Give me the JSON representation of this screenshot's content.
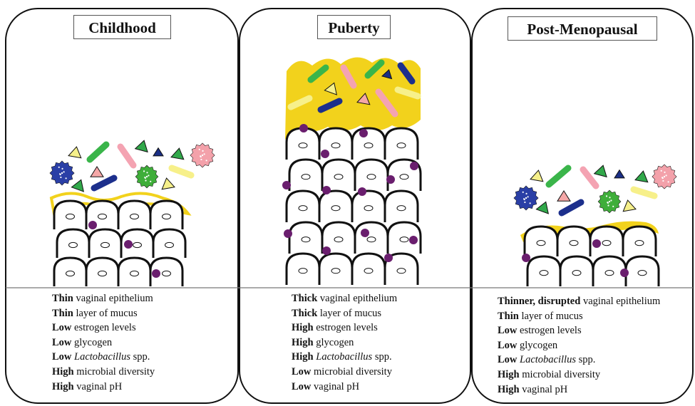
{
  "panels": [
    {
      "title": "Childhood",
      "lines": [
        {
          "bold": "Thin",
          "text": " vaginal epithelium"
        },
        {
          "bold": "Thin",
          "text": " layer of mucus"
        },
        {
          "bold": "Low",
          "text": " estrogen levels"
        },
        {
          "bold": "Low",
          "text": " glycogen"
        },
        {
          "bold": "Low",
          "italic": " Lactobacillus",
          "text": " spp."
        },
        {
          "bold": "High",
          "text": " microbial diversity"
        },
        {
          "bold": "High",
          "text": "  vaginal pH"
        }
      ]
    },
    {
      "title": "Puberty",
      "lines": [
        {
          "bold": "Thick",
          "text": " vaginal epithelium"
        },
        {
          "bold": "Thick",
          "text": " layer of mucus"
        },
        {
          "bold": "High",
          "text": " estrogen levels"
        },
        {
          "bold": "High",
          "text": " glycogen"
        },
        {
          "bold": "High",
          "italic": " Lactobacillus",
          "text": " spp."
        },
        {
          "bold": "Low",
          "text": " microbial diversity"
        },
        {
          "bold": "Low",
          "text": " vaginal pH"
        }
      ]
    },
    {
      "title": "Post-Menopausal",
      "lines": [
        {
          "bold": "Thinner, disrupted",
          "text": "  vaginal epithelium"
        },
        {
          "bold": "Thin",
          "text": " layer of mucus"
        },
        {
          "bold": "Low",
          "text": " estrogen levels"
        },
        {
          "bold": "Low",
          "text": " glycogen"
        },
        {
          "bold": "Low",
          "italic": " Lactobacillus",
          "text": " spp."
        },
        {
          "bold": "High",
          "text": " microbial diversity"
        },
        {
          "bold": "High",
          "text": " vaginal pH"
        }
      ]
    }
  ],
  "colors": {
    "mucus": "#f2d21c",
    "glycogen_dot": "#6a1e6e",
    "green": "#3ab54a",
    "pink": "#f4a3b2",
    "navy": "#1c2f8c",
    "pale_yellow": "#f7f08a",
    "blue_cocci": "#2a3fa6",
    "green_cocci": "#3fae3a",
    "pink_cocci": "#f3a1aa",
    "triangle_yellow": "#f6f08a",
    "triangle_green": "#31a84a",
    "triangle_navy": "#1b2f86",
    "triangle_pink": "#f5a7a7"
  }
}
